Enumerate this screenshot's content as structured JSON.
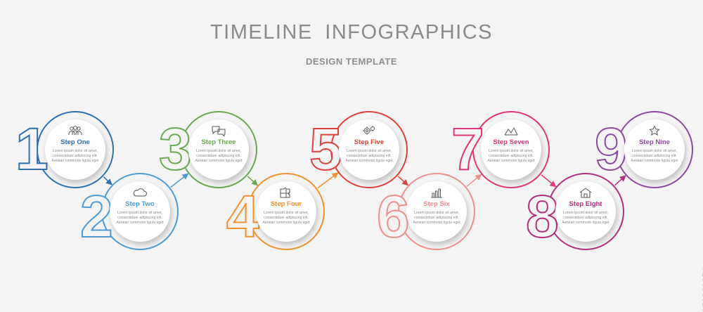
{
  "header": {
    "title": "TIMELINE  INFOGRAPHICS",
    "subtitle": "DESIGN TEMPLATE"
  },
  "side_id": "853880654",
  "steps": [
    {
      "number": "1",
      "label": "Step One",
      "color": "#2e6fae",
      "icon": "team-icon",
      "text": "Lorem ipsum dolor sit amet, consectetuer adipiscing elit. Aenean commodo ligula eget"
    },
    {
      "number": "2",
      "label": "Step Two",
      "color": "#4a9bd6",
      "icon": "cloud-icon",
      "text": "Lorem ipsum dolor sit amet, consectetuer adipiscing elit. Aenean commodo ligula eget"
    },
    {
      "number": "3",
      "label": "Step Three",
      "color": "#6aa84f",
      "icon": "chat-icon",
      "text": "Lorem ipsum dolor sit amet, consectetuer adipiscing elit. Aenean commodo ligula eget"
    },
    {
      "number": "4",
      "label": "Step Four",
      "color": "#f0912e",
      "icon": "puzzle-icon",
      "text": "Lorem ipsum dolor sit amet, consectetuer adipiscing elit. Aenean commodo ligula eget"
    },
    {
      "number": "5",
      "label": "Step Five",
      "color": "#e0403a",
      "icon": "gears-icon",
      "text": "Lorem ipsum dolor sit amet, consectetuer adipiscing elit. Aenean commodo ligula eget"
    },
    {
      "number": "6",
      "label": "Step Six",
      "color": "#ef8e8e",
      "icon": "bar-chart-icon",
      "text": "Lorem ipsum dolor sit amet, consectetuer adipiscing elit. Aenean commodo ligula eget"
    },
    {
      "number": "7",
      "label": "Step Seven",
      "color": "#e0357a",
      "icon": "mountain-chart-icon",
      "text": "Lorem ipsum dolor sit amet, consectetuer adipiscing elit. Aenean commodo ligula eget"
    },
    {
      "number": "8",
      "label": "Step Eight",
      "color": "#b0307a",
      "icon": "home-icon",
      "text": "Lorem ipsum dolor sit amet, consectetuer adipiscing elit. Aenean commodo ligula eget"
    },
    {
      "number": "9",
      "label": "Step Nine",
      "color": "#8a4a9e",
      "icon": "star-icon",
      "text": "Lorem ipsum dolor sit amet, consectetuer adipiscing elit. Aenean commodo ligula eget"
    }
  ]
}
